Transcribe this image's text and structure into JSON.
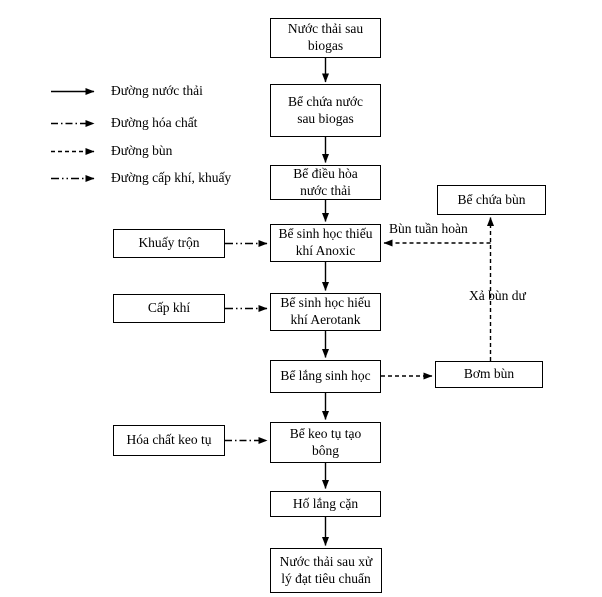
{
  "legend": {
    "items": [
      {
        "label": "Đường nước thải",
        "line_style": "solid"
      },
      {
        "label": "Đường hóa chất",
        "line_style": "dash-dot"
      },
      {
        "label": "Đường bùn",
        "line_style": "dashed"
      },
      {
        "label": "Đường cấp khí, khuấy",
        "line_style": "dash-dot-dot"
      }
    ]
  },
  "process_boxes": {
    "main_flow": [
      {
        "label": "Nước thải sau biogas"
      },
      {
        "label": "Bể chứa nước sau biogas"
      },
      {
        "label": "Bể điều hòa nước thải"
      },
      {
        "label": "Bể sinh học thiếu khí Anoxic"
      },
      {
        "label": "Bể sinh học hiếu khí Aerotank"
      },
      {
        "label": "Bể lắng sinh học"
      },
      {
        "label": "Bể keo tụ tạo bông"
      },
      {
        "label": "Hố lắng cặn"
      },
      {
        "label": "Nước thải sau xử lý đạt tiêu chuẩn"
      }
    ],
    "inputs": [
      {
        "label": "Khuấy trộn"
      },
      {
        "label": "Cấp khí"
      },
      {
        "label": "Hóa chất keo tụ"
      }
    ],
    "sludge": [
      {
        "label": "Bể chứa bùn"
      },
      {
        "label": "Bơm bùn"
      }
    ]
  },
  "edge_labels": {
    "recirculated_sludge": "Bùn tuần hoàn",
    "excess_sludge": "Xả bùn dư"
  },
  "colors": {
    "line": "#000000",
    "box_border": "#000000",
    "background": "#ffffff",
    "text": "#000000"
  }
}
